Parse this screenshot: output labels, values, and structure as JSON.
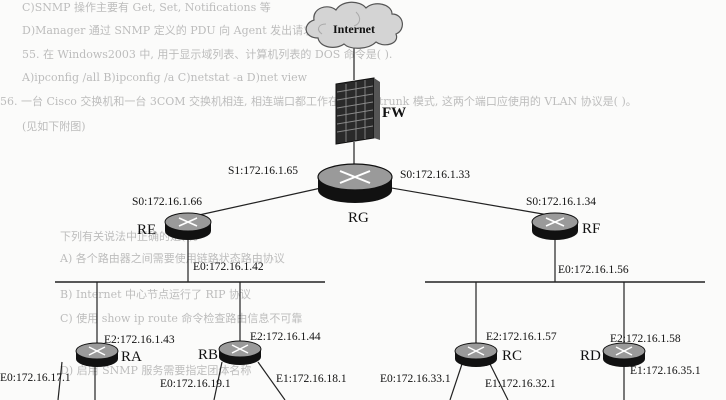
{
  "colors": {
    "ink": "#111111",
    "faint": "#8a8a8a",
    "router_dark": "#111111",
    "router_light": "#9a9a9a"
  },
  "background_text": [
    "C)SNMP 操作主要有 Get, Set, Notifications 等",
    "D)Manager 通过 SNMP 定义的 PDU 向 Agent 发出请求",
    "55. 在 Windows2003 中, 用于显示域列表、计算机列表的 DOS 命令是(   ).",
    "A)ipconfig /all        B)ipconfig /a        C)netstat -a        D)net view",
    "56. 一台 Cisco 交换机和一台 3COM 交换机相连, 相连端口都工作在 VLAN trunk 模式, 这两个端口应使用的 VLAN 协议是(   )。",
    "(见如下附图)",
    "下列有关说法中正确的是(   )。",
    "A) 各个路由器之间需要使用链路状态路由协议",
    "B) Internet 中心节点运行了 RIP 协议",
    "C) 使用 show ip route 命令检查路由信息不可靠",
    "D) 启用 SNMP 服务需要指定团体名称"
  ],
  "nodes": {
    "internet": "Internet",
    "fw": "FW",
    "rg": "RG",
    "re": "RE",
    "rf": "RF",
    "ra": "RA",
    "rb": "RB",
    "rc": "RC",
    "rd": "RD"
  },
  "interfaces": {
    "rg_s1": "S1:172.16.1.65",
    "rg_s0": "S0:172.16.1.33",
    "re_s0": "S0:172.16.1.66",
    "rf_s0": "S0:172.16.1.34",
    "re_e0": "E0:172.16.1.42",
    "rf_e0": "E0:172.16.1.56",
    "ra_e2": "E2:172.16.1.43",
    "rb_e2": "E2:172.16.1.44",
    "rc_e2": "E2:172.16.1.57",
    "rd_e2": "E2:172.16.1.58",
    "ra_e0": "E0:172.16.17.1",
    "rb_e0": "E0:172.16.19.1",
    "rb_e1": "E1:172.16.18.1",
    "rc_e0": "E0:172.16.33.1",
    "rc_e1": "E1:172.16.32.1",
    "rd_e1": "E1:172.16.35.1"
  }
}
